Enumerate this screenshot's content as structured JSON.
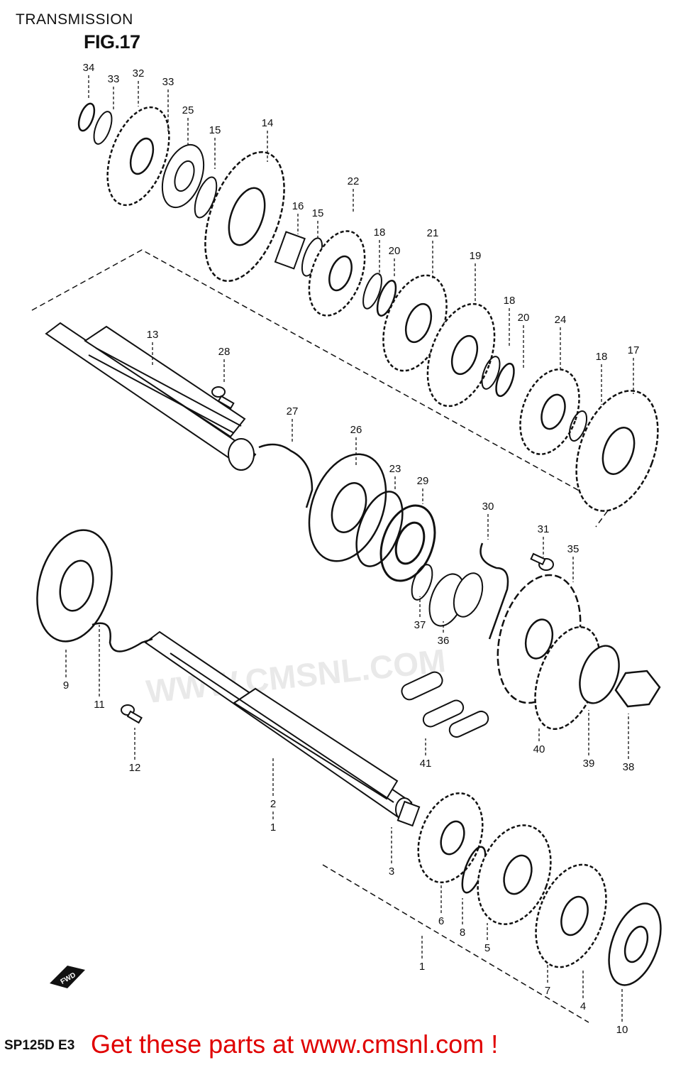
{
  "header": {
    "title": "TRANSMISSION",
    "figure": "FIG.17"
  },
  "watermark": "WWW.CMSNL.COM",
  "footer": {
    "model_code": "SP125D E3",
    "cta": "Get these parts at www.cmsnl.com !"
  },
  "fwd_label": "FWD",
  "colors": {
    "ink": "#111111",
    "cta": "#e00000",
    "watermark": "#e6e6e6"
  },
  "parts": [
    {
      "num": "34"
    },
    {
      "num": "33"
    },
    {
      "num": "32"
    },
    {
      "num": "33"
    },
    {
      "num": "25"
    },
    {
      "num": "15"
    },
    {
      "num": "14"
    },
    {
      "num": "16"
    },
    {
      "num": "15"
    },
    {
      "num": "22"
    },
    {
      "num": "18"
    },
    {
      "num": "20"
    },
    {
      "num": "21"
    },
    {
      "num": "19"
    },
    {
      "num": "18"
    },
    {
      "num": "20"
    },
    {
      "num": "24"
    },
    {
      "num": "18"
    },
    {
      "num": "17"
    },
    {
      "num": "13"
    },
    {
      "num": "28"
    },
    {
      "num": "27"
    },
    {
      "num": "26"
    },
    {
      "num": "23"
    },
    {
      "num": "29"
    },
    {
      "num": "30"
    },
    {
      "num": "31"
    },
    {
      "num": "35"
    },
    {
      "num": "37"
    },
    {
      "num": "36"
    },
    {
      "num": "9"
    },
    {
      "num": "11"
    },
    {
      "num": "12"
    },
    {
      "num": "41"
    },
    {
      "num": "40"
    },
    {
      "num": "39"
    },
    {
      "num": "38"
    },
    {
      "num": "2"
    },
    {
      "num": "1"
    },
    {
      "num": "3"
    },
    {
      "num": "6"
    },
    {
      "num": "8"
    },
    {
      "num": "5"
    },
    {
      "num": "1"
    },
    {
      "num": "7"
    },
    {
      "num": "4"
    },
    {
      "num": "10"
    }
  ]
}
